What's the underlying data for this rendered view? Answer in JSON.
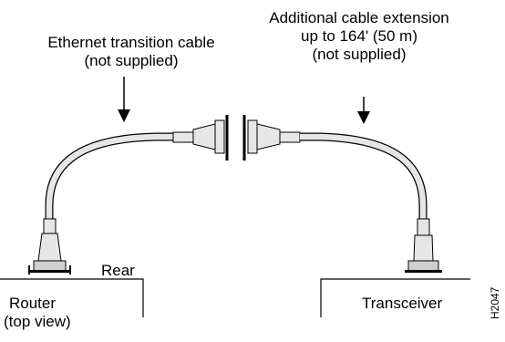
{
  "labels": {
    "ethernet_line1": "Ethernet transition cable",
    "ethernet_line2": "(not supplied)",
    "ext_line1": "Additional cable extension",
    "ext_line2": "up to 164' (50 m)",
    "ext_line3": "(not supplied)",
    "rear": "Rear",
    "router_line1": "Router",
    "router_line2": "(top view)",
    "transceiver": "Transceiver",
    "figure_id": "H2047"
  }
}
